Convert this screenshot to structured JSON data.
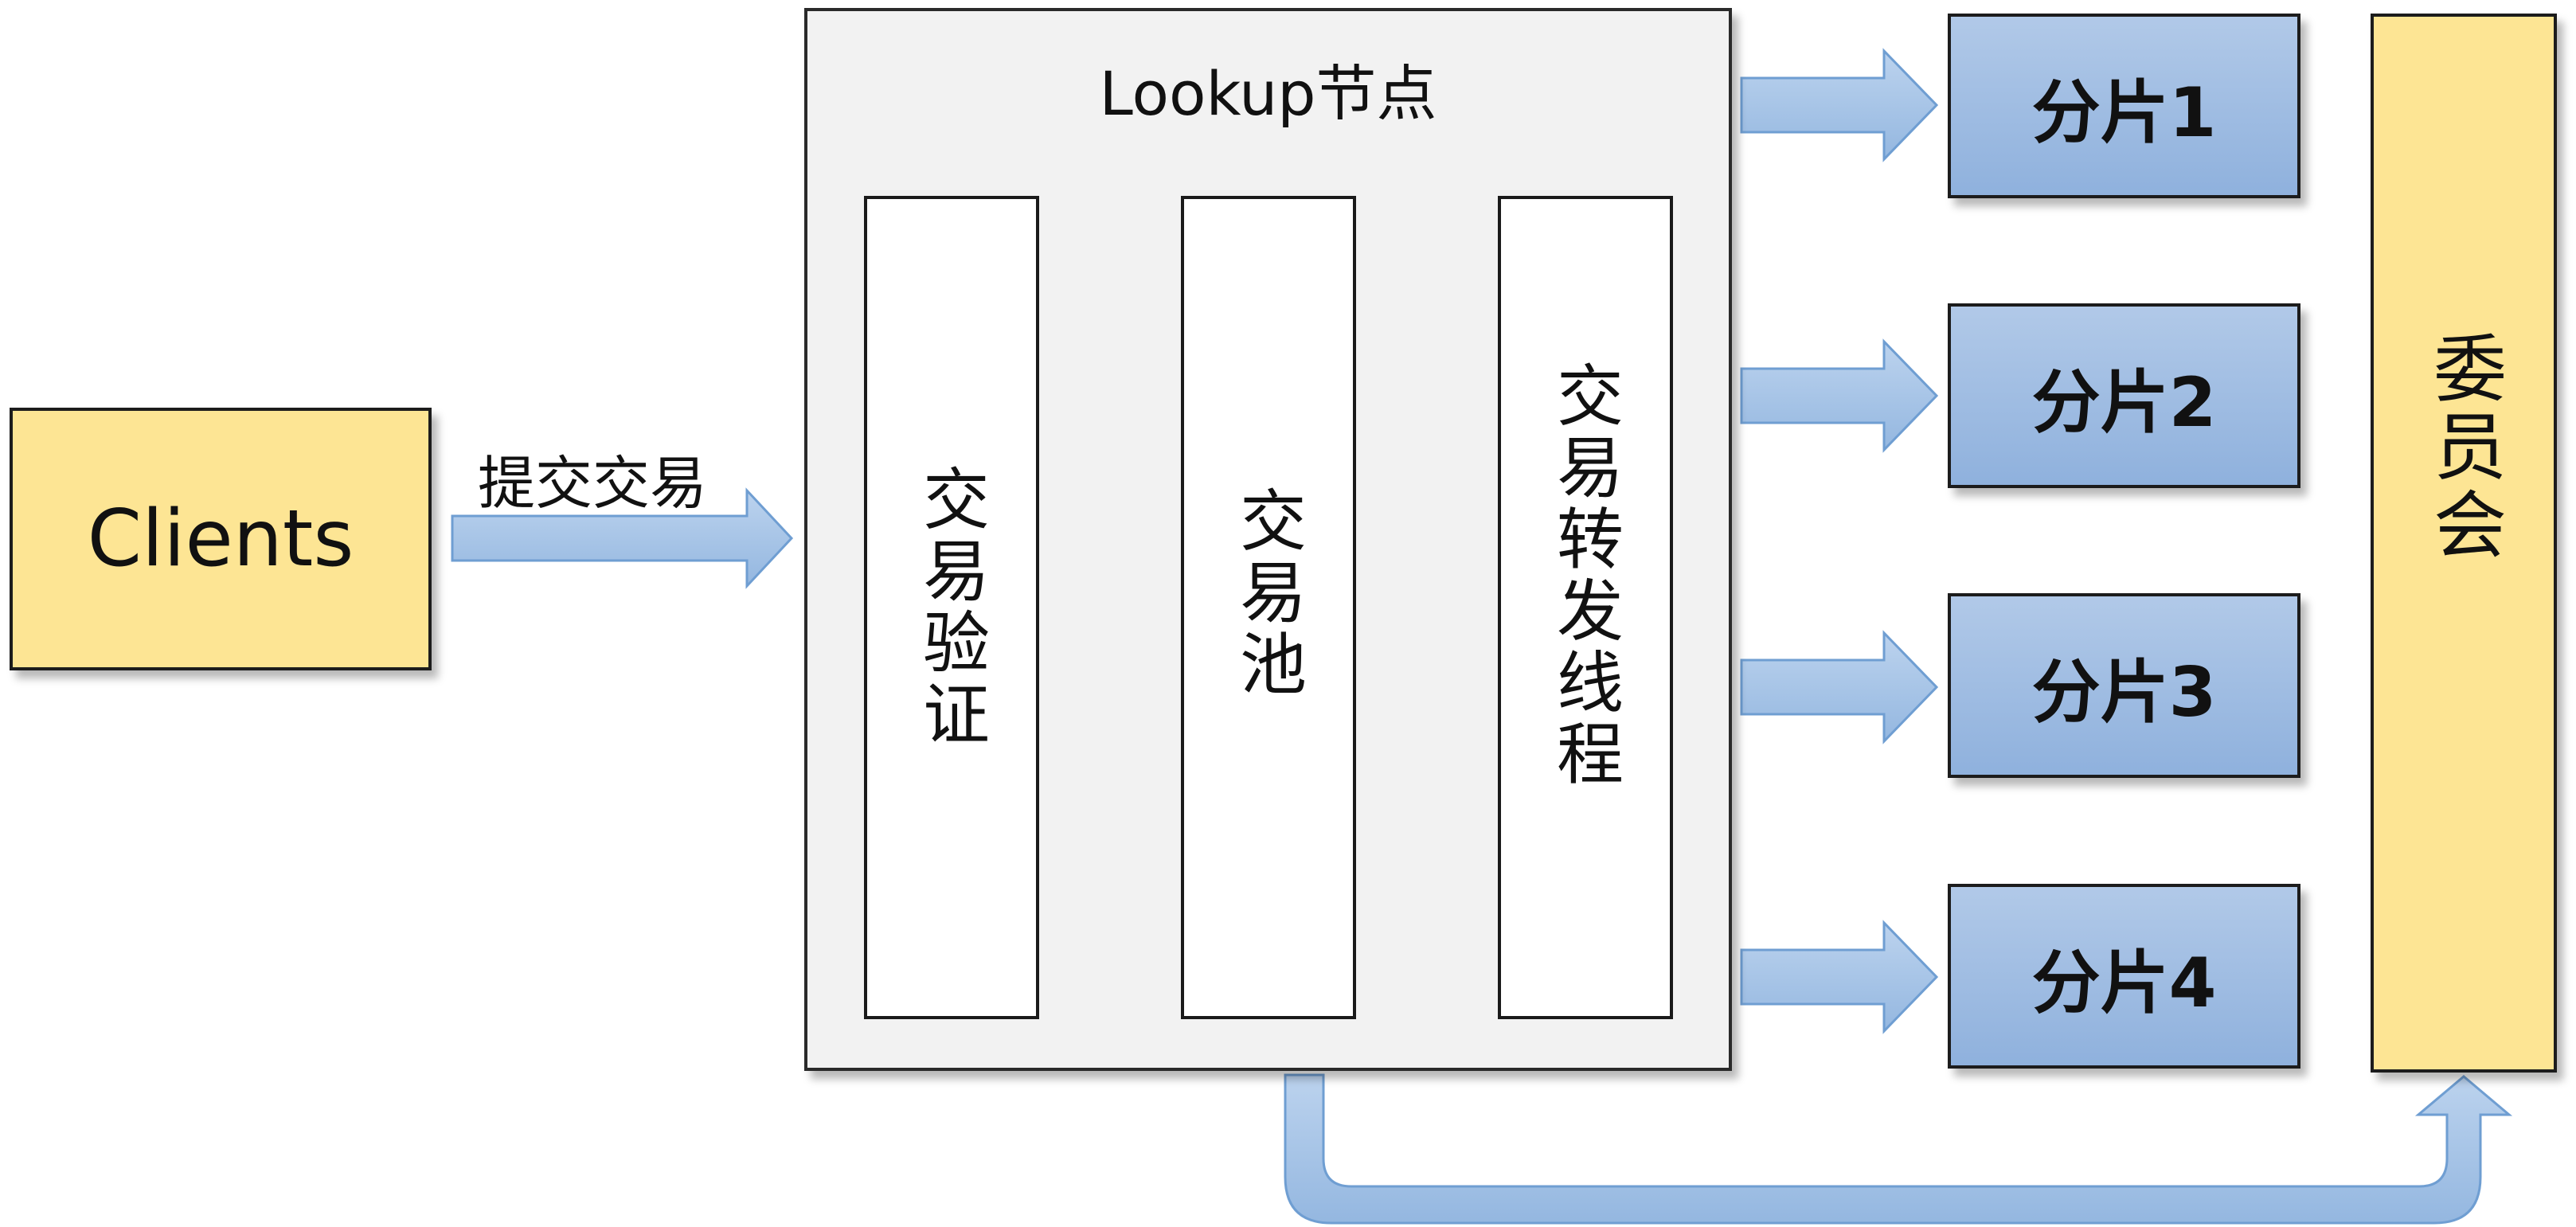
{
  "clients": {
    "label": "Clients"
  },
  "submit": {
    "label": "提交交易"
  },
  "lookup": {
    "title": "Lookup节点",
    "columns": [
      "交易验证",
      "交易池",
      "交易转发线程"
    ]
  },
  "shards": [
    "分片1",
    "分片2",
    "分片3",
    "分片4"
  ],
  "committee": {
    "label": "委员会"
  },
  "colors": {
    "yellow_box": "#fde594",
    "blue_box": "#a3bfe3",
    "arrow_fill": "#a9c6e8",
    "arrow_stroke": "#6f9ed2",
    "panel": "#f2f2f2"
  }
}
